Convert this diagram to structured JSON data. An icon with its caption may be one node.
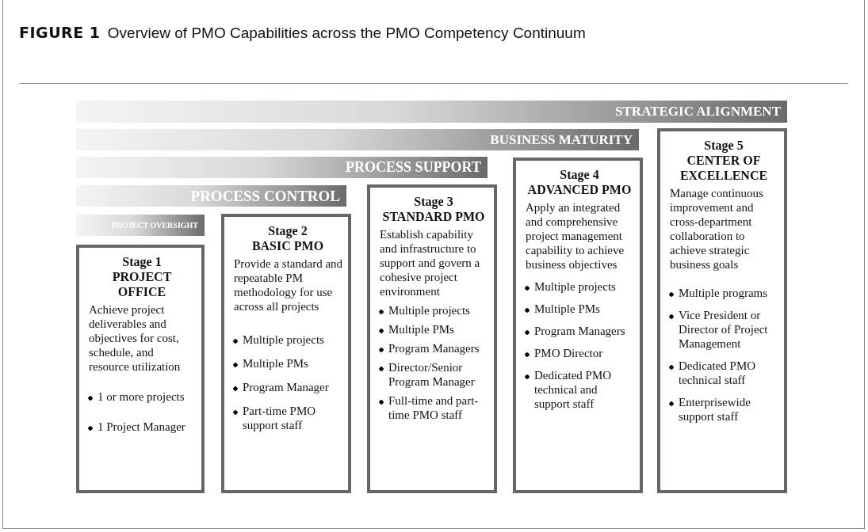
{
  "diagram": {
    "title": "**FIGURE 1** Overview of PMO Capabilities across the PMO Competency Continuum",
    "nodes": [
      {
        "text": [
          "STRATEGIC ALIGNMENT"
        ]
      },
      {
        "text": [
          "BUSINESS MATURITY"
        ]
      },
      {
        "text": [
          "PROCESS SUPPORT"
        ]
      },
      {
        "text": [
          "PROCESS CONTROL"
        ]
      },
      {
        "text": [
          "PROJECT OVERSIGHT"
        ]
      },
      {
        "text": [
          "Stage 1",
          "PROJECT OFFICE",
          "Achieve project deliverables and objectives for cost, schedule, and resource utilization",
          "1 or more projects",
          "1 Project Manager"
        ]
      },
      {
        "text": [
          "Stage 2",
          "BASIC PMO",
          "Provide a standard and repeatable PM methodology for use across all projects",
          "Multiple projects",
          "Multiple PMs",
          "Program Manager",
          "Part-time PMO support staff"
        ]
      },
      {
        "text": [
          "Stage 3",
          "STANDARD PMO",
          "Establish capability and infrastructure to support and govern a cohesive project environment",
          "Multiple projects",
          "Multiple PMs",
          "Program Managers",
          "Director/Senior Program Manager",
          "Full-time and part-time PMO staff"
        ]
      },
      {
        "text": [
          "Stage 4",
          "ADVANCED PMO",
          "Apply an integrated and comprehensive project management capability to achieve business objectives",
          "Multiple projects",
          "Multiple PMs",
          "Program Managers",
          "PMO Director",
          "Dedicated PMO technical and support staff"
        ]
      },
      {
        "text": [
          "Stage 5",
          "CENTER OF EXCELLENCE",
          "Manage continuous improvement and cross-department collaboration to achieve strategic business goals",
          "Multiple programs",
          "Vice President or Director of Project Management",
          "Dedicated PMO technical staff",
          "Enterprisewide support staff"
        ]
      }
    ]
  }
}
